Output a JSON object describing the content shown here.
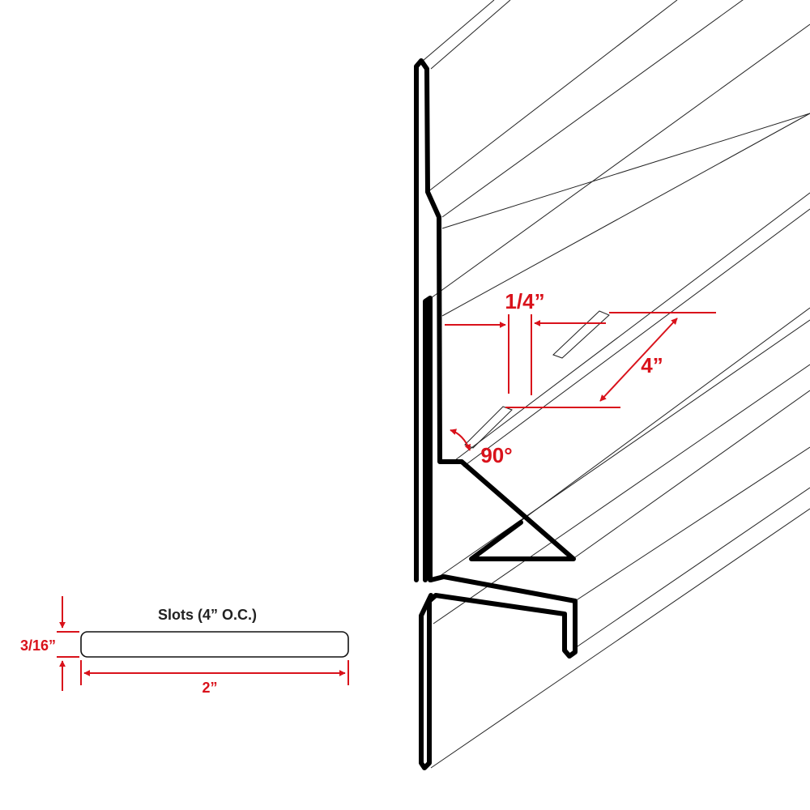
{
  "labels": {
    "slot_width": "1/4”",
    "slot_spacing": "4”",
    "angle": "90°",
    "slot_caption": "Slots (4” O.C.)",
    "slot_height": "3/16”",
    "slot_length": "2”"
  },
  "colors": {
    "dimension": "#d9121b",
    "profile": "#000000",
    "edge": "#222222"
  }
}
